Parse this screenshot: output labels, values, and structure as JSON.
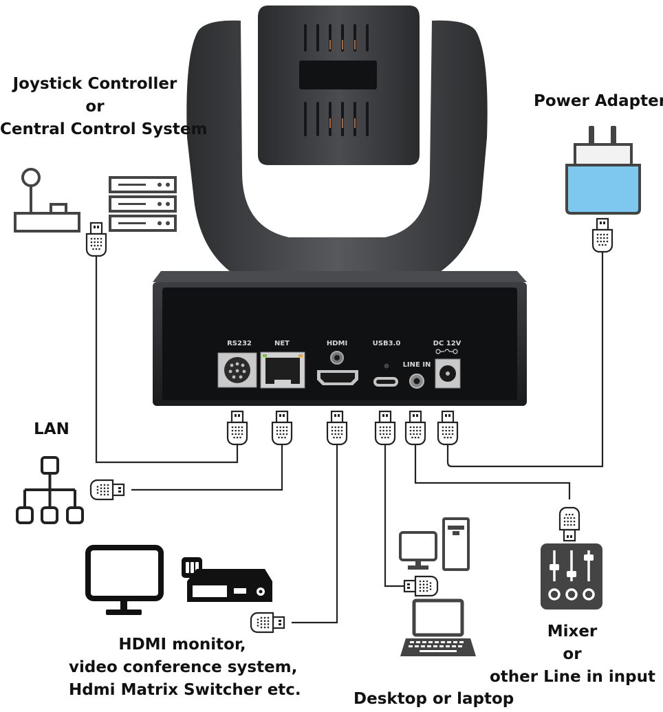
{
  "labels": {
    "joystick": [
      "Joystick Controller",
      "or",
      "Central Control System"
    ],
    "power": "Power Adapter",
    "lan": "LAN",
    "hdmi": [
      "HDMI monitor,",
      "video conference system,",
      "Hdmi Matrix Switcher etc."
    ],
    "desktop": "Desktop or laptop",
    "mixer": [
      "Mixer",
      "or",
      "other Line in input"
    ]
  },
  "ports": {
    "rs232": "RS232",
    "net": "NET",
    "hdmi": "HDMI",
    "usb": "USB3.0",
    "dc": "DC 12V",
    "linein": "LINE IN"
  },
  "colors": {
    "camera_body": "#3a3b3d",
    "camera_dark": "#1d1e20",
    "line": "#222222",
    "adapter_fill": "#7cc8ee"
  }
}
